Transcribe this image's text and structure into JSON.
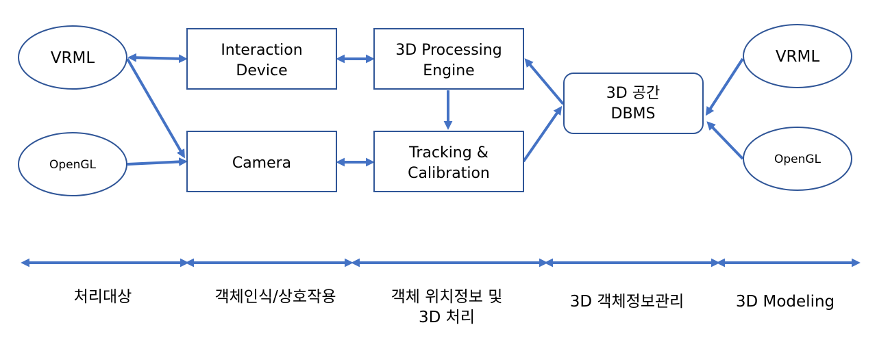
{
  "colors": {
    "line": "#4472c4",
    "border": "#2f5597",
    "text": "#000000"
  },
  "nodes": {
    "vrml_left": {
      "label": "VRML"
    },
    "opengl_left": {
      "label": "OpenGL"
    },
    "interaction_device": {
      "line1": "Interaction",
      "line2": "Device"
    },
    "camera": {
      "label": "Camera"
    },
    "processing_engine": {
      "line1": "3D Processing",
      "line2": "Engine"
    },
    "tracking": {
      "line1": "Tracking &",
      "line2": "Calibration"
    },
    "dbms": {
      "line1": "3D 공간",
      "line2": "DBMS"
    },
    "vrml_right": {
      "label": "VRML"
    },
    "opengl_right": {
      "label": "OpenGL"
    }
  },
  "stages": [
    {
      "line1": "처리대상",
      "line2": ""
    },
    {
      "line1": "객체인식/상호작용",
      "line2": ""
    },
    {
      "line1": "객체 위치정보 및",
      "line2": "3D 처리"
    },
    {
      "line1": "3D 객체정보관리",
      "line2": ""
    },
    {
      "line1": "3D Modeling",
      "line2": ""
    }
  ]
}
